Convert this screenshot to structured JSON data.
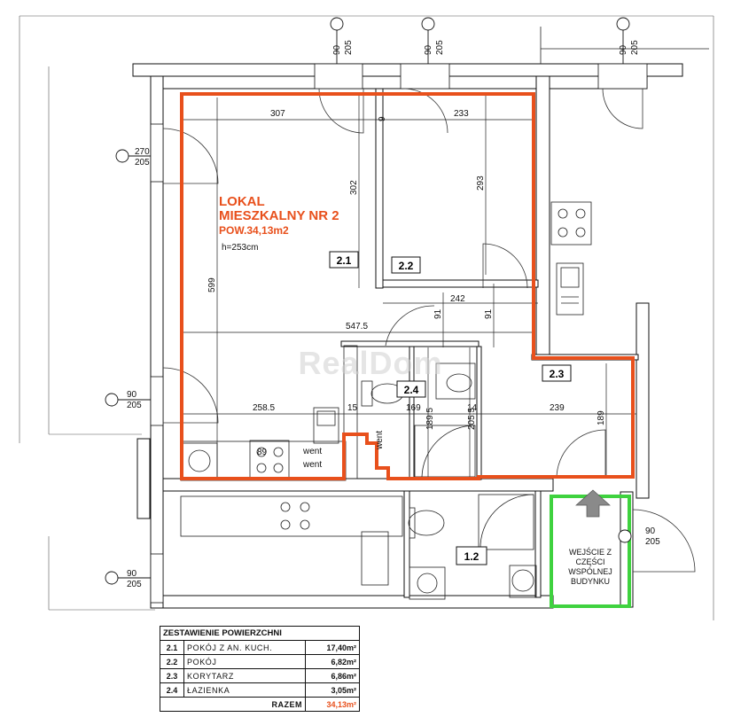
{
  "unit": {
    "title_line1": "LOKAL",
    "title_line2": "MIESZKALNY NR 2",
    "area": "POW.34,13m2",
    "height": "h=253cm"
  },
  "watermark": "RealDom",
  "rooms": [
    {
      "code": "2.1"
    },
    {
      "code": "2.2"
    },
    {
      "code": "2.3"
    },
    {
      "code": "2.4"
    },
    {
      "code": "1.2"
    }
  ],
  "dimensions": [
    "307",
    "9",
    "233",
    "302",
    "293",
    "599",
    "242",
    "91",
    "91",
    "547.5",
    "258.5",
    "15",
    "169",
    "189.5",
    "205.5",
    "14",
    "239",
    "189",
    "89"
  ],
  "openings": [
    {
      "w": "90",
      "h": "205"
    },
    {
      "w": "90",
      "h": "205"
    },
    {
      "w": "90",
      "h": "205"
    },
    {
      "w": "270",
      "h": "205"
    },
    {
      "w": "90",
      "h": "205"
    },
    {
      "w": "90",
      "h": "205"
    },
    {
      "w": "90",
      "h": "205"
    }
  ],
  "vent_labels": [
    "went",
    "went",
    "went"
  ],
  "entrance": {
    "line1": "WEJŚCIE Z",
    "line2": "CZĘŚCI",
    "line3": "WSPÓLNEJ",
    "line4": "BUDYNKU"
  },
  "colors": {
    "unit_outline": "#e8501c",
    "entrance_outline": "#3fd23f",
    "arrow": "#8a8a8a"
  },
  "legend": {
    "title": "ZESTAWIENIE POWIERZCHNI",
    "rows": [
      {
        "code": "2.1",
        "name": "POKÓJ Z AN. KUCH.",
        "area": "17,40m²"
      },
      {
        "code": "2.2",
        "name": "POKÓJ",
        "area": "6,82m²"
      },
      {
        "code": "2.3",
        "name": "KORYTARZ",
        "area": "6,86m²"
      },
      {
        "code": "2.4",
        "name": "ŁAZIENKA",
        "area": "3,05m²"
      }
    ],
    "total_label": "RAZEM",
    "total_value": "34,13m²"
  }
}
